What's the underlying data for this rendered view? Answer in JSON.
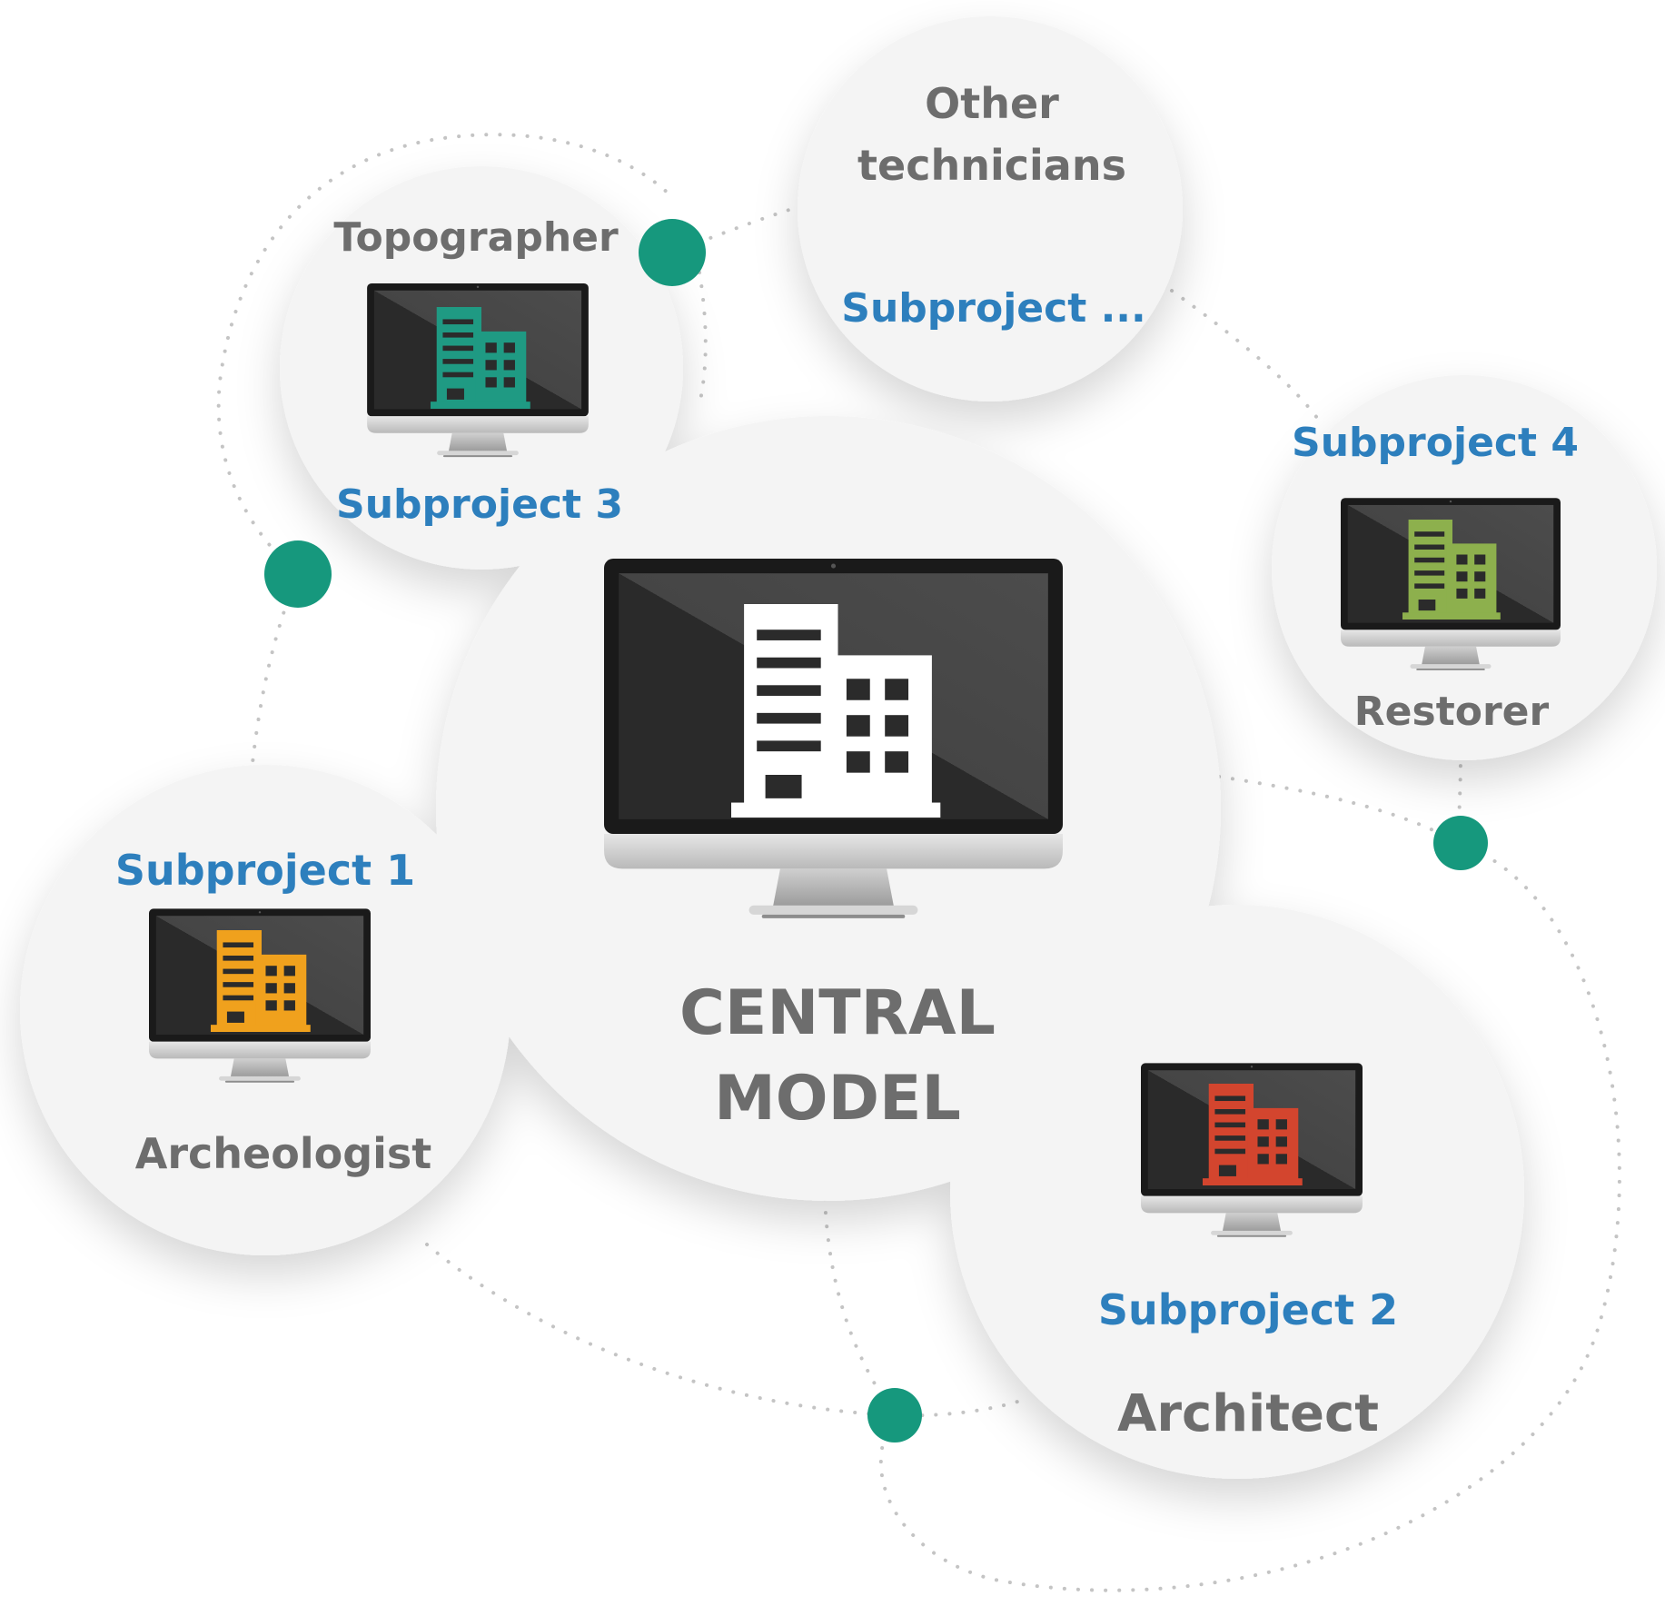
{
  "central": {
    "title_line1": "CENTRAL",
    "title_line2": "MODEL",
    "building_color": "#ffffff"
  },
  "nodes": {
    "topographer": {
      "role": "Topographer",
      "subproject": "Subproject 3",
      "building_color": "#1f9a83"
    },
    "other": {
      "role_line1": "Other",
      "role_line2": "technicians",
      "subproject": "Subproject ..."
    },
    "restorer": {
      "role": "Restorer",
      "subproject": "Subproject 4",
      "building_color": "#8db04d"
    },
    "archeologist": {
      "role": "Archeologist",
      "subproject": "Subproject 1",
      "building_color": "#f0a11d"
    },
    "architect": {
      "role": "Architect",
      "subproject": "Subproject 2",
      "building_color": "#d3452e"
    }
  },
  "colors": {
    "subproject_text": "#2d7fbd",
    "role_text": "#6d6d6d",
    "connector_dot": "#16987d",
    "circle_fill": "#f4f4f4",
    "dotted_line": "#c4c4c4"
  },
  "icons": [
    "monitor-icon",
    "building-icon"
  ]
}
